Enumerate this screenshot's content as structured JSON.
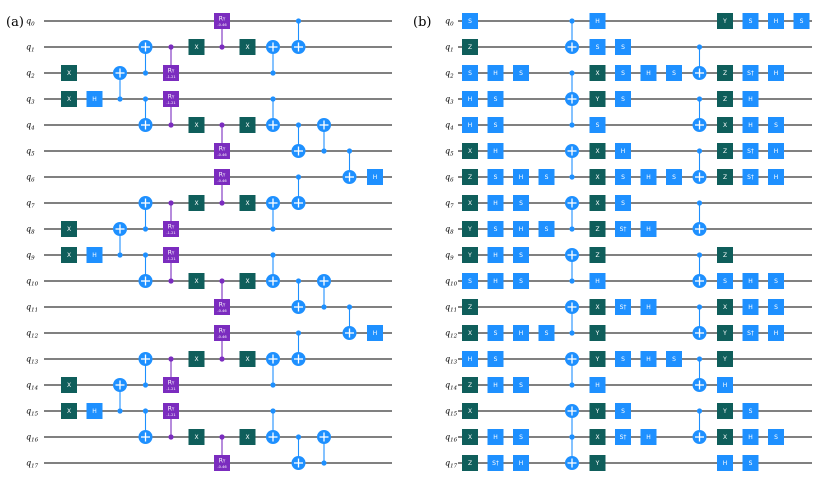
{
  "panels": {
    "a": {
      "label": "(a)",
      "qubits": [
        "q0",
        "q1",
        "q2",
        "q3",
        "q4",
        "q5",
        "q6",
        "q7",
        "q8",
        "q9",
        "q10",
        "q11",
        "q12",
        "q13",
        "q14",
        "q15",
        "q16",
        "q17"
      ],
      "ops": [
        {
          "col": 0,
          "q": 2,
          "g": "X"
        },
        {
          "col": 0,
          "q": 3,
          "g": "X"
        },
        {
          "col": 1,
          "q": 3,
          "g": "H"
        },
        {
          "col": 2,
          "t": 2,
          "c": [
            3
          ]
        },
        {
          "col": 3,
          "t": 1,
          "c": [
            2
          ]
        },
        {
          "col": 3,
          "t": 4,
          "c": [
            3
          ]
        },
        {
          "col": 4,
          "g": "RY2",
          "q": 2,
          "sub": "-1.21",
          "conn": [
            1
          ]
        },
        {
          "col": 4,
          "g": "RY2",
          "q": 3,
          "sub": "-1.21",
          "conn": [
            4
          ]
        },
        {
          "col": 5,
          "q": 1,
          "g": "X"
        },
        {
          "col": 5,
          "q": 4,
          "g": "X"
        },
        {
          "col": 6,
          "g": "RY",
          "q": 0,
          "sub": "-0.46",
          "conn": [
            1
          ]
        },
        {
          "col": 6,
          "g": "RY",
          "q": 5,
          "sub": "-0.46",
          "conn": [
            4
          ]
        },
        {
          "col": 7,
          "q": 1,
          "g": "X"
        },
        {
          "col": 7,
          "q": 4,
          "g": "X"
        },
        {
          "col": 8,
          "t": 1,
          "c": [
            2
          ]
        },
        {
          "col": 8,
          "t": 4,
          "c": [
            3
          ]
        },
        {
          "col": 9,
          "t": 1,
          "c": [
            0
          ]
        },
        {
          "col": 9,
          "t": 5,
          "c": [
            4
          ]
        },
        {
          "col": 10,
          "t": 4,
          "c": [
            5
          ]
        },
        {
          "col": 11,
          "t": 6,
          "c": [
            5
          ]
        },
        {
          "col": 12,
          "q": 6,
          "g": "H"
        },
        {
          "col": 0,
          "q": 8,
          "g": "X"
        },
        {
          "col": 0,
          "q": 9,
          "g": "X"
        },
        {
          "col": 1,
          "q": 9,
          "g": "H"
        },
        {
          "col": 2,
          "t": 8,
          "c": [
            9
          ]
        },
        {
          "col": 3,
          "t": 7,
          "c": [
            8
          ]
        },
        {
          "col": 3,
          "t": 10,
          "c": [
            9
          ]
        },
        {
          "col": 4,
          "g": "RY2",
          "q": 8,
          "sub": "-1.21",
          "conn": [
            7
          ]
        },
        {
          "col": 4,
          "g": "RY2",
          "q": 9,
          "sub": "-1.21",
          "conn": [
            10
          ]
        },
        {
          "col": 5,
          "q": 7,
          "g": "X"
        },
        {
          "col": 5,
          "q": 10,
          "g": "X"
        },
        {
          "col": 6,
          "g": "RY",
          "q": 6,
          "sub": "-0.46",
          "conn": [
            7
          ]
        },
        {
          "col": 6,
          "g": "RY",
          "q": 11,
          "sub": "-0.46",
          "conn": [
            10
          ]
        },
        {
          "col": 7,
          "q": 7,
          "g": "X"
        },
        {
          "col": 7,
          "q": 10,
          "g": "X"
        },
        {
          "col": 8,
          "t": 7,
          "c": [
            8
          ]
        },
        {
          "col": 8,
          "t": 10,
          "c": [
            9
          ]
        },
        {
          "col": 9,
          "t": 7,
          "c": [
            6
          ]
        },
        {
          "col": 9,
          "t": 11,
          "c": [
            10
          ]
        },
        {
          "col": 10,
          "t": 10,
          "c": [
            11
          ]
        },
        {
          "col": 11,
          "t": 12,
          "c": [
            11
          ]
        },
        {
          "col": 12,
          "q": 12,
          "g": "H"
        },
        {
          "col": 0,
          "q": 14,
          "g": "X"
        },
        {
          "col": 0,
          "q": 15,
          "g": "X"
        },
        {
          "col": 1,
          "q": 15,
          "g": "H"
        },
        {
          "col": 2,
          "t": 14,
          "c": [
            15
          ]
        },
        {
          "col": 3,
          "t": 13,
          "c": [
            14
          ]
        },
        {
          "col": 3,
          "t": 16,
          "c": [
            15
          ]
        },
        {
          "col": 4,
          "g": "RY2",
          "q": 14,
          "sub": "-1.21",
          "conn": [
            13
          ]
        },
        {
          "col": 4,
          "g": "RY2",
          "q": 15,
          "sub": "-1.21",
          "conn": [
            16
          ]
        },
        {
          "col": 5,
          "q": 13,
          "g": "X"
        },
        {
          "col": 5,
          "q": 16,
          "g": "X"
        },
        {
          "col": 6,
          "g": "RY",
          "q": 12,
          "sub": "-0.46",
          "conn": [
            13
          ]
        },
        {
          "col": 6,
          "g": "RY",
          "q": 17,
          "sub": "-0.46",
          "conn": [
            16
          ]
        },
        {
          "col": 7,
          "q": 13,
          "g": "X"
        },
        {
          "col": 7,
          "q": 16,
          "g": "X"
        },
        {
          "col": 8,
          "t": 13,
          "c": [
            14
          ]
        },
        {
          "col": 8,
          "t": 16,
          "c": [
            15
          ]
        },
        {
          "col": 9,
          "t": 13,
          "c": [
            12
          ]
        },
        {
          "col": 9,
          "t": 17,
          "c": [
            16
          ]
        },
        {
          "col": 10,
          "t": 16,
          "c": [
            17
          ]
        }
      ]
    },
    "b": {
      "label": "(b)",
      "qubits": [
        "q0",
        "q1",
        "q2",
        "q3",
        "q4",
        "q5",
        "q6",
        "q7",
        "q8",
        "q9",
        "q10",
        "q11",
        "q12",
        "q13",
        "q14",
        "q15",
        "q16",
        "q17"
      ],
      "ops": [
        {
          "col": 0,
          "q": 0,
          "g": "S"
        },
        {
          "col": 0,
          "q": 1,
          "g": "Z"
        },
        {
          "col": 0,
          "q": 2,
          "g": "S"
        },
        {
          "col": 0,
          "q": 3,
          "g": "H"
        },
        {
          "col": 0,
          "q": 4,
          "g": "H"
        },
        {
          "col": 0,
          "q": 5,
          "g": "X"
        },
        {
          "col": 0,
          "q": 6,
          "g": "Z"
        },
        {
          "col": 0,
          "q": 7,
          "g": "X"
        },
        {
          "col": 0,
          "q": 8,
          "g": "Y"
        },
        {
          "col": 0,
          "q": 9,
          "g": "Y"
        },
        {
          "col": 0,
          "q": 10,
          "g": "S"
        },
        {
          "col": 0,
          "q": 11,
          "g": "Z"
        },
        {
          "col": 0,
          "q": 12,
          "g": "X"
        },
        {
          "col": 0,
          "q": 13,
          "g": "H"
        },
        {
          "col": 0,
          "q": 14,
          "g": "Z"
        },
        {
          "col": 0,
          "q": 15,
          "g": "X"
        },
        {
          "col": 0,
          "q": 16,
          "g": "X"
        },
        {
          "col": 0,
          "q": 17,
          "g": "Z"
        },
        {
          "col": 1,
          "q": 2,
          "g": "H"
        },
        {
          "col": 1,
          "q": 3,
          "g": "S"
        },
        {
          "col": 1,
          "q": 4,
          "g": "S"
        },
        {
          "col": 1,
          "q": 5,
          "g": "H"
        },
        {
          "col": 1,
          "q": 6,
          "g": "S"
        },
        {
          "col": 1,
          "q": 7,
          "g": "H"
        },
        {
          "col": 1,
          "q": 8,
          "g": "S"
        },
        {
          "col": 1,
          "q": 9,
          "g": "H"
        },
        {
          "col": 1,
          "q": 10,
          "g": "H"
        },
        {
          "col": 1,
          "q": 12,
          "g": "S"
        },
        {
          "col": 1,
          "q": 13,
          "g": "S"
        },
        {
          "col": 1,
          "q": 14,
          "g": "H"
        },
        {
          "col": 1,
          "q": 16,
          "g": "H"
        },
        {
          "col": 1,
          "q": 17,
          "g": "S†"
        },
        {
          "col": 2,
          "q": 2,
          "g": "S"
        },
        {
          "col": 2,
          "q": 6,
          "g": "H"
        },
        {
          "col": 2,
          "q": 7,
          "g": "S"
        },
        {
          "col": 2,
          "q": 8,
          "g": "H"
        },
        {
          "col": 2,
          "q": 9,
          "g": "S"
        },
        {
          "col": 2,
          "q": 10,
          "g": "S"
        },
        {
          "col": 2,
          "q": 12,
          "g": "H"
        },
        {
          "col": 2,
          "q": 14,
          "g": "S"
        },
        {
          "col": 2,
          "q": 16,
          "g": "S"
        },
        {
          "col": 2,
          "q": 17,
          "g": "H"
        },
        {
          "col": 3,
          "q": 6,
          "g": "S"
        },
        {
          "col": 3,
          "q": 8,
          "g": "S"
        },
        {
          "col": 3,
          "q": 12,
          "g": "S"
        },
        {
          "col": 4,
          "t": 1,
          "c": [
            0
          ]
        },
        {
          "col": 4,
          "t": 3,
          "c": [
            2,
            4
          ]
        },
        {
          "col": 4,
          "t": 5,
          "c": [
            6
          ]
        },
        {
          "col": 4,
          "t": 7,
          "c": [
            8
          ]
        },
        {
          "col": 4,
          "t": 9,
          "c": [
            10
          ]
        },
        {
          "col": 4,
          "t": 11,
          "c": [
            12
          ]
        },
        {
          "col": 4,
          "t": 13,
          "c": [
            14
          ]
        },
        {
          "col": 4,
          "t": 15,
          "c": [
            16
          ]
        },
        {
          "col": 4,
          "t": 17,
          "c": [
            16
          ]
        },
        {
          "col": 5,
          "q": 0,
          "g": "H"
        },
        {
          "col": 5,
          "q": 1,
          "g": "S"
        },
        {
          "col": 5,
          "q": 2,
          "g": "X"
        },
        {
          "col": 5,
          "q": 3,
          "g": "Y"
        },
        {
          "col": 5,
          "q": 4,
          "g": "S"
        },
        {
          "col": 5,
          "q": 5,
          "g": "X"
        },
        {
          "col": 5,
          "q": 6,
          "g": "X"
        },
        {
          "col": 5,
          "q": 7,
          "g": "X"
        },
        {
          "col": 5,
          "q": 8,
          "g": "Z"
        },
        {
          "col": 5,
          "q": 9,
          "g": "Z"
        },
        {
          "col": 5,
          "q": 10,
          "g": "H"
        },
        {
          "col": 5,
          "q": 11,
          "g": "X"
        },
        {
          "col": 5,
          "q": 12,
          "g": "Y"
        },
        {
          "col": 5,
          "q": 13,
          "g": "Y"
        },
        {
          "col": 5,
          "q": 14,
          "g": "H"
        },
        {
          "col": 5,
          "q": 15,
          "g": "Y"
        },
        {
          "col": 5,
          "q": 16,
          "g": "X"
        },
        {
          "col": 5,
          "q": 17,
          "g": "Y"
        },
        {
          "col": 6,
          "q": 1,
          "g": "S"
        },
        {
          "col": 6,
          "q": 2,
          "g": "S"
        },
        {
          "col": 6,
          "q": 3,
          "g": "S"
        },
        {
          "col": 6,
          "q": 5,
          "g": "H"
        },
        {
          "col": 6,
          "q": 6,
          "g": "S"
        },
        {
          "col": 6,
          "q": 7,
          "g": "S"
        },
        {
          "col": 6,
          "q": 8,
          "g": "S†"
        },
        {
          "col": 6,
          "q": 11,
          "g": "S†"
        },
        {
          "col": 6,
          "q": 13,
          "g": "S"
        },
        {
          "col": 6,
          "q": 15,
          "g": "S"
        },
        {
          "col": 6,
          "q": 16,
          "g": "S†"
        },
        {
          "col": 7,
          "q": 2,
          "g": "H"
        },
        {
          "col": 7,
          "q": 6,
          "g": "H"
        },
        {
          "col": 7,
          "q": 8,
          "g": "H"
        },
        {
          "col": 7,
          "q": 11,
          "g": "H"
        },
        {
          "col": 7,
          "q": 13,
          "g": "H"
        },
        {
          "col": 7,
          "q": 16,
          "g": "H"
        },
        {
          "col": 8,
          "q": 2,
          "g": "S"
        },
        {
          "col": 8,
          "q": 6,
          "g": "S"
        },
        {
          "col": 8,
          "q": 13,
          "g": "S"
        },
        {
          "col": 9,
          "t": 2,
          "c": [
            1
          ]
        },
        {
          "col": 9,
          "t": 4,
          "c": [
            3
          ]
        },
        {
          "col": 9,
          "t": 6,
          "c": [
            5
          ]
        },
        {
          "col": 9,
          "t": 8,
          "c": [
            7
          ]
        },
        {
          "col": 9,
          "t": 10,
          "c": [
            9
          ]
        },
        {
          "col": 9,
          "t": 12,
          "c": [
            11
          ]
        },
        {
          "col": 9,
          "t": 14,
          "c": [
            13
          ]
        },
        {
          "col": 9,
          "t": 16,
          "c": [
            15
          ]
        },
        {
          "col": 10,
          "q": 0,
          "g": "Y"
        },
        {
          "col": 10,
          "q": 2,
          "g": "Z"
        },
        {
          "col": 10,
          "q": 3,
          "g": "Z"
        },
        {
          "col": 10,
          "q": 4,
          "g": "X"
        },
        {
          "col": 10,
          "q": 5,
          "g": "Z"
        },
        {
          "col": 10,
          "q": 6,
          "g": "Z"
        },
        {
          "col": 10,
          "q": 9,
          "g": "Z"
        },
        {
          "col": 10,
          "q": 10,
          "g": "S"
        },
        {
          "col": 10,
          "q": 11,
          "g": "X"
        },
        {
          "col": 10,
          "q": 12,
          "g": "Y"
        },
        {
          "col": 10,
          "q": 13,
          "g": "Y"
        },
        {
          "col": 10,
          "q": 14,
          "g": "H"
        },
        {
          "col": 10,
          "q": 15,
          "g": "Y"
        },
        {
          "col": 10,
          "q": 16,
          "g": "X"
        },
        {
          "col": 10,
          "q": 17,
          "g": "H"
        },
        {
          "col": 11,
          "q": 0,
          "g": "S"
        },
        {
          "col": 11,
          "q": 2,
          "g": "S†"
        },
        {
          "col": 11,
          "q": 3,
          "g": "H"
        },
        {
          "col": 11,
          "q": 4,
          "g": "H"
        },
        {
          "col": 11,
          "q": 5,
          "g": "S†"
        },
        {
          "col": 11,
          "q": 6,
          "g": "S†"
        },
        {
          "col": 11,
          "q": 10,
          "g": "H"
        },
        {
          "col": 11,
          "q": 11,
          "g": "H"
        },
        {
          "col": 11,
          "q": 12,
          "g": "S†"
        },
        {
          "col": 11,
          "q": 15,
          "g": "S"
        },
        {
          "col": 11,
          "q": 16,
          "g": "H"
        },
        {
          "col": 11,
          "q": 17,
          "g": "S"
        },
        {
          "col": 12,
          "q": 0,
          "g": "H"
        },
        {
          "col": 12,
          "q": 2,
          "g": "H"
        },
        {
          "col": 12,
          "q": 4,
          "g": "S"
        },
        {
          "col": 12,
          "q": 5,
          "g": "H"
        },
        {
          "col": 12,
          "q": 6,
          "g": "H"
        },
        {
          "col": 12,
          "q": 10,
          "g": "S"
        },
        {
          "col": 12,
          "q": 11,
          "g": "S"
        },
        {
          "col": 12,
          "q": 12,
          "g": "H"
        },
        {
          "col": 12,
          "q": 16,
          "g": "S"
        },
        {
          "col": 13,
          "q": 0,
          "g": "S"
        }
      ]
    }
  },
  "colors": {
    "wire": "#000000",
    "cx": "#1e90ff",
    "clifford": "#0f5e5b",
    "phase": "#1e90ff",
    "ry": "#7b2cbf"
  }
}
